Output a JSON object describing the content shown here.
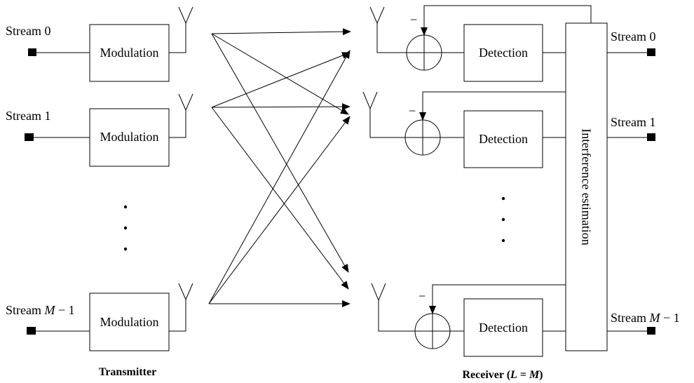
{
  "transmitter": {
    "streams": [
      {
        "label": "Stream 0",
        "module": "Modulation"
      },
      {
        "label": "Stream 1",
        "module": "Modulation"
      },
      {
        "label_prefix": "Stream ",
        "label_var": "M",
        "label_suffix": " − 1",
        "module": "Modulation"
      }
    ],
    "caption": "Transmitter"
  },
  "receiver": {
    "branches": [
      {
        "module": "Detection",
        "sign": "−",
        "output": "Stream 0"
      },
      {
        "module": "Detection",
        "sign": "−",
        "output": "Stream 1"
      },
      {
        "module": "Detection",
        "sign": "−",
        "output_prefix": "Stream ",
        "output_var": "M",
        "output_suffix": " − 1"
      }
    ],
    "estimator": "Interference estimation",
    "caption": {
      "prefix": "Receiver (",
      "var1": "L",
      "eq": " = ",
      "var2": "M",
      "suffix": ")"
    }
  }
}
